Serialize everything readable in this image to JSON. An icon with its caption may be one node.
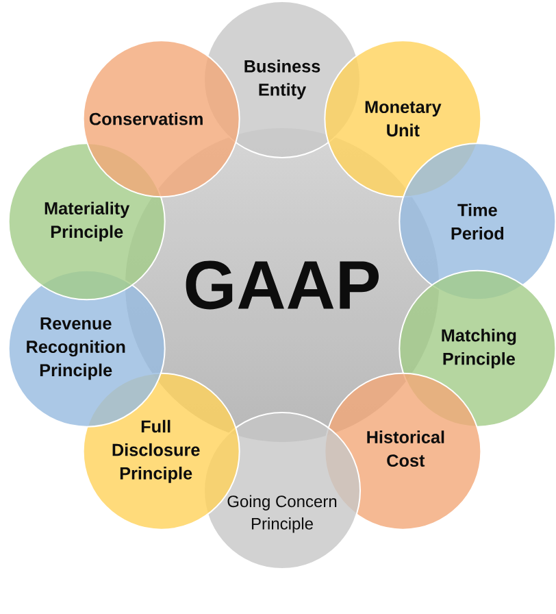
{
  "diagram": {
    "nodes": [
      {
        "text": [
          "GAAP"
        ]
      },
      {
        "text": [
          "Business Entity"
        ]
      },
      {
        "text": [
          "Monetary Unit"
        ]
      },
      {
        "text": [
          "Time Period"
        ]
      },
      {
        "text": [
          "Matching Principle"
        ]
      },
      {
        "text": [
          "Historical Cost"
        ]
      },
      {
        "text": [
          "Going Concern Principle"
        ]
      },
      {
        "text": [
          "Full Disclosure Principle"
        ]
      },
      {
        "text": [
          "Revenue Recognition Principle"
        ]
      },
      {
        "text": [
          "Materiality Principle"
        ]
      },
      {
        "text": [
          "Conservatism"
        ]
      }
    ]
  }
}
